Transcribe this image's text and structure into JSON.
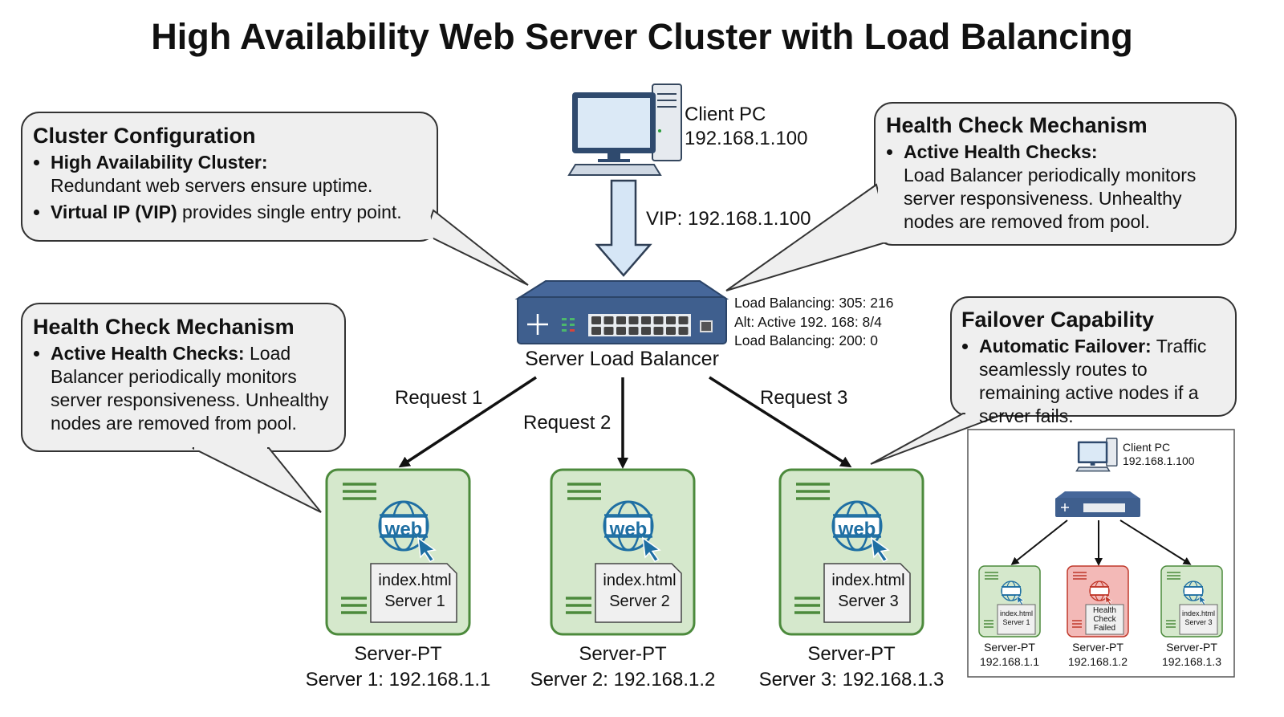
{
  "title": "High Availability Web Server Cluster with Load Balancing",
  "client": {
    "name": "Client PC",
    "ip": "192.168.1.100",
    "icon": "desktop-computer-icon"
  },
  "vip_label": "VIP: 192.168.1.100",
  "load_balancer": {
    "name": "Server Load Balancer",
    "icon": "network-switch-icon",
    "stats": [
      "Load Balancing: 305: 216",
      "Alt: Active 192. 168: 8/4",
      "Load Balancing: 200: 0"
    ]
  },
  "requests": [
    "Request 1",
    "Request 2",
    "Request 3"
  ],
  "callouts": {
    "cluster_config": {
      "title": "Cluster Configuration",
      "items": [
        {
          "bold": "High Availability Cluster:",
          "text": "Redundant web servers ensure uptime."
        },
        {
          "bold": "Virtual IP (VIP)",
          "text": " provides single entry point."
        }
      ]
    },
    "health_right": {
      "title": "Health Check Mechanism",
      "items": [
        {
          "bold": "Active Health Checks:",
          "text": "Load Balancer periodically monitors server responsiveness. Unhealthy nodes are removed from pool."
        }
      ]
    },
    "health_left": {
      "title": "Health Check Mechanism",
      "items": [
        {
          "bold": "Active Health Checks:",
          "text": " Load Balancer periodically monitors server responsiveness. Unhealthy nodes are removed from pool."
        }
      ]
    },
    "failover": {
      "title": "Failover Capability",
      "items": [
        {
          "bold": "Automatic Failover:",
          "text": " Traffic seamlessly routes to remaining active nodes if a server fails."
        }
      ]
    }
  },
  "servers": [
    {
      "type": "Server-PT",
      "label": "Server 1: 192.168.1.1",
      "file": "index.html",
      "name": "Server 1",
      "globe_text": "web"
    },
    {
      "type": "Server-PT",
      "label": "Server 2: 192.168.1.2",
      "file": "index.html",
      "name": "Server 2",
      "globe_text": "web"
    },
    {
      "type": "Server-PT",
      "label": "Server 3: 192.168.1.3",
      "file": "index.html",
      "name": "Server 3",
      "globe_text": "web"
    }
  ],
  "inset": {
    "client_name": "Client PC",
    "client_ip": "192.168.1.100",
    "servers": [
      {
        "type": "Server-PT",
        "ip": "192.168.1.1",
        "doc": [
          "index.html",
          "Server 1"
        ],
        "status": "healthy"
      },
      {
        "type": "Server-PT",
        "ip": "192.168.1.2",
        "doc": [
          "Health",
          "Check",
          "Failed"
        ],
        "status": "failed"
      },
      {
        "type": "Server-PT",
        "ip": "192.168.1.3",
        "doc": [
          "index.html",
          "Server 3"
        ],
        "status": "healthy"
      }
    ]
  },
  "colors": {
    "server_fill": "#d5e8cc",
    "server_stroke": "#4c8a3c",
    "failed_fill": "#f3b9b7",
    "failed_stroke": "#c0392b",
    "switch": "#3b5a85",
    "globe": "#1f6fa3",
    "bubble_fill": "#efefef",
    "arrow_fill": "#d6e6f6",
    "arrow_stroke": "#2f3f55"
  }
}
